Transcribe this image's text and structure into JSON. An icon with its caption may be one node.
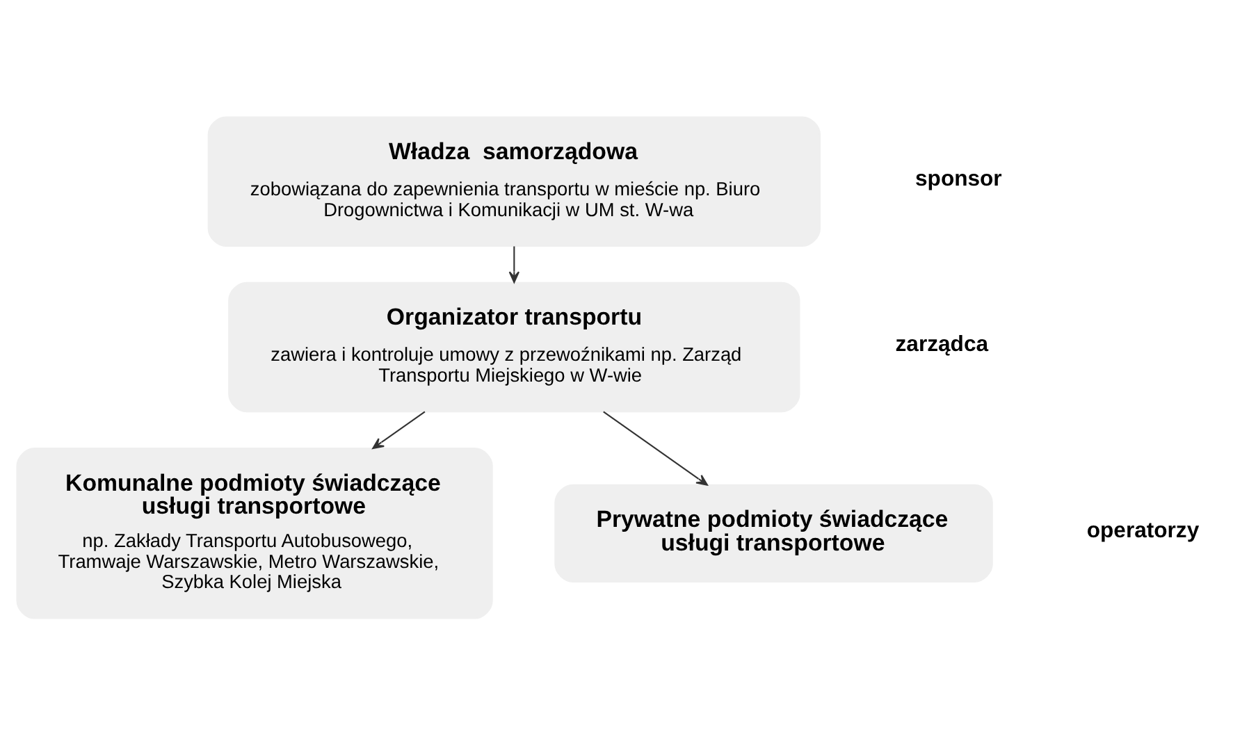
{
  "diagram": {
    "nodes": [
      {
        "text": [
          "Władza  samorządowa",
          "zobowiązana do zapewnienia transportu w mieście np. Biuro Drogownictwa i Komunikacji w UM st. W-wa"
        ]
      },
      {
        "text": [
          "Organizator transportu",
          "zawiera i kontroluje umowy z przewoźnikami np. Zarząd Transportu Miejskiego w W-wie"
        ]
      },
      {
        "text": [
          "Komunalne podmioty świadczące usługi transportowe",
          "np. Zakłady Transportu Autobusowego, Tramwaje Warszawskie, Metro Warszawskie, Szybka Kolej Miejska"
        ]
      },
      {
        "text": [
          "Prywatne podmioty świadczące usługi transportowe"
        ]
      }
    ],
    "edges": [
      {
        "from": 0,
        "to": 1,
        "arrow": "to"
      },
      {
        "from": 1,
        "to": 2,
        "arrow": "to"
      },
      {
        "from": 1,
        "to": 3,
        "arrow": "to"
      }
    ],
    "labels": [
      "sponsor",
      "zarządca",
      "operatorzy"
    ]
  }
}
